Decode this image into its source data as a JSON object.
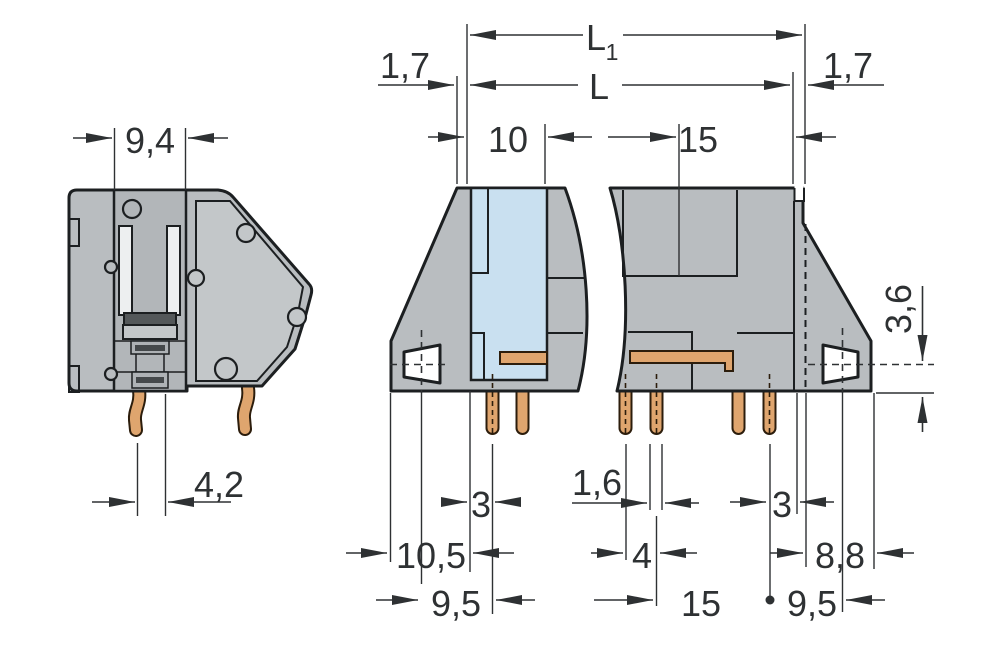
{
  "drawing_kind": "terminal-block-dimension-drawing",
  "colors": {
    "body-gray": "#b9bdc0",
    "column-gray": "#b2b6b9",
    "plate-gray": "#c3c7c9",
    "highlight-blue": "#c9e0f0",
    "conductor": "#dfa56e",
    "conductor-line": "#2c1d0c",
    "line": "#1c1f21",
    "dim": "#2e3133",
    "bg": "#ffffff"
  },
  "dims": {
    "d94": "9,4",
    "d42": "4,2",
    "d17l": "1,7",
    "dL1": "L",
    "dL1sub": "1",
    "dL": "L",
    "d17r": "1,7",
    "d10": "10",
    "d15top": "15",
    "d36": "3,6",
    "d3l": "3",
    "d16": "1,6",
    "d3r": "3",
    "d105": "10,5",
    "d4": "4",
    "d88": "8,8",
    "d95l": "9,5",
    "d15bot": "15",
    "d95r": "9,5"
  }
}
